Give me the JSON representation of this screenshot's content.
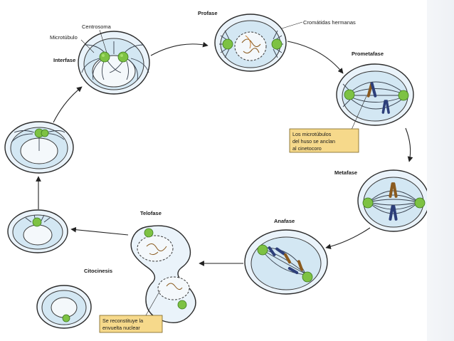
{
  "labels": {
    "interfase": "Interfase",
    "centrosoma": "Centrosoma",
    "microtubulo": "Microtúbulo",
    "profase": "Profase",
    "cromatidas": "Cromátidas hermanas",
    "prometafase": "Prometafase",
    "metafase": "Metafase",
    "anafase": "Anafase",
    "telofase": "Telofase",
    "citocinesis": "Citocinesis"
  },
  "notes": {
    "cinetocoro": [
      "Los microtúbulos",
      "del huso se anclan",
      "al cinetocoro"
    ],
    "envoltura": [
      "Se reconstituye la",
      "envuelta nuclear"
    ]
  }
}
